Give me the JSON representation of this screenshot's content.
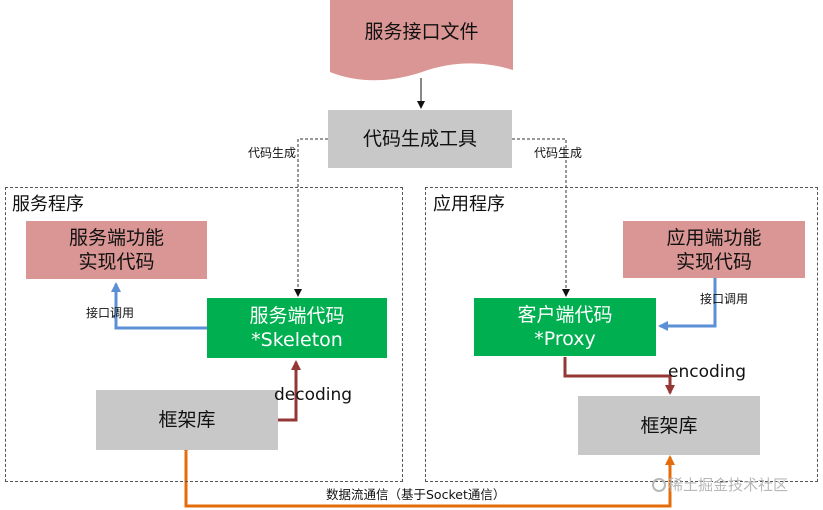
{
  "nodes": {
    "service_file": "服务接口文件",
    "codegen_tool": "代码生成工具",
    "server_impl": [
      "服务端功能",
      "实现代码"
    ],
    "server_code": [
      "服务端代码",
      "*Skeleton"
    ],
    "server_framework": "框架库",
    "app_impl": [
      "应用端功能",
      "实现代码"
    ],
    "client_code": [
      "客户端代码",
      "*Proxy"
    ],
    "client_framework": "框架库"
  },
  "groups": {
    "server": "服务程序",
    "app": "应用程序"
  },
  "edge_labels": {
    "codegen_left": "代码生成",
    "codegen_right": "代码生成",
    "iface_call_left": "接口调用",
    "iface_call_right": "接口调用",
    "decoding": "decoding",
    "encoding": "encoding",
    "socket": "数据流通信（基于Socket通信）"
  },
  "colors": {
    "blue_arrow": "#5b8fd6",
    "red_arrow": "#953735",
    "orange_arrow": "#e46c0a",
    "green_box": "#00b050",
    "pink_box": "#d99694",
    "gray_box": "#c8c8c8"
  },
  "watermark": "稀土掘金技术社区"
}
